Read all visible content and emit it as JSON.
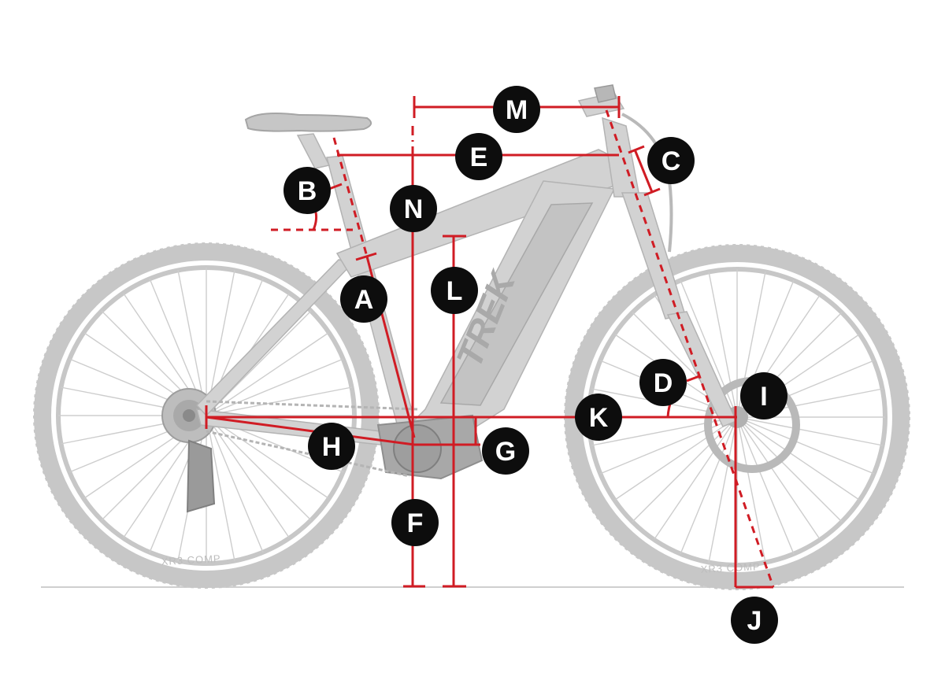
{
  "branding": {
    "frame_brand": "TREK",
    "rear_tire_label": "XR3 COMP",
    "front_tire_label": "XR3 COMP"
  },
  "colors": {
    "measurement": "#d01c24",
    "badge": "#0d0d0d",
    "badge_text": "#ffffff",
    "bike": "#c7c7c7",
    "ground": "#cfcfcf"
  },
  "labels": {
    "A": "A",
    "B": "B",
    "C": "C",
    "D": "D",
    "E": "E",
    "F": "F",
    "G": "G",
    "H": "H",
    "I": "I",
    "J": "J",
    "K": "K",
    "L": "L",
    "M": "M",
    "N": "N"
  }
}
